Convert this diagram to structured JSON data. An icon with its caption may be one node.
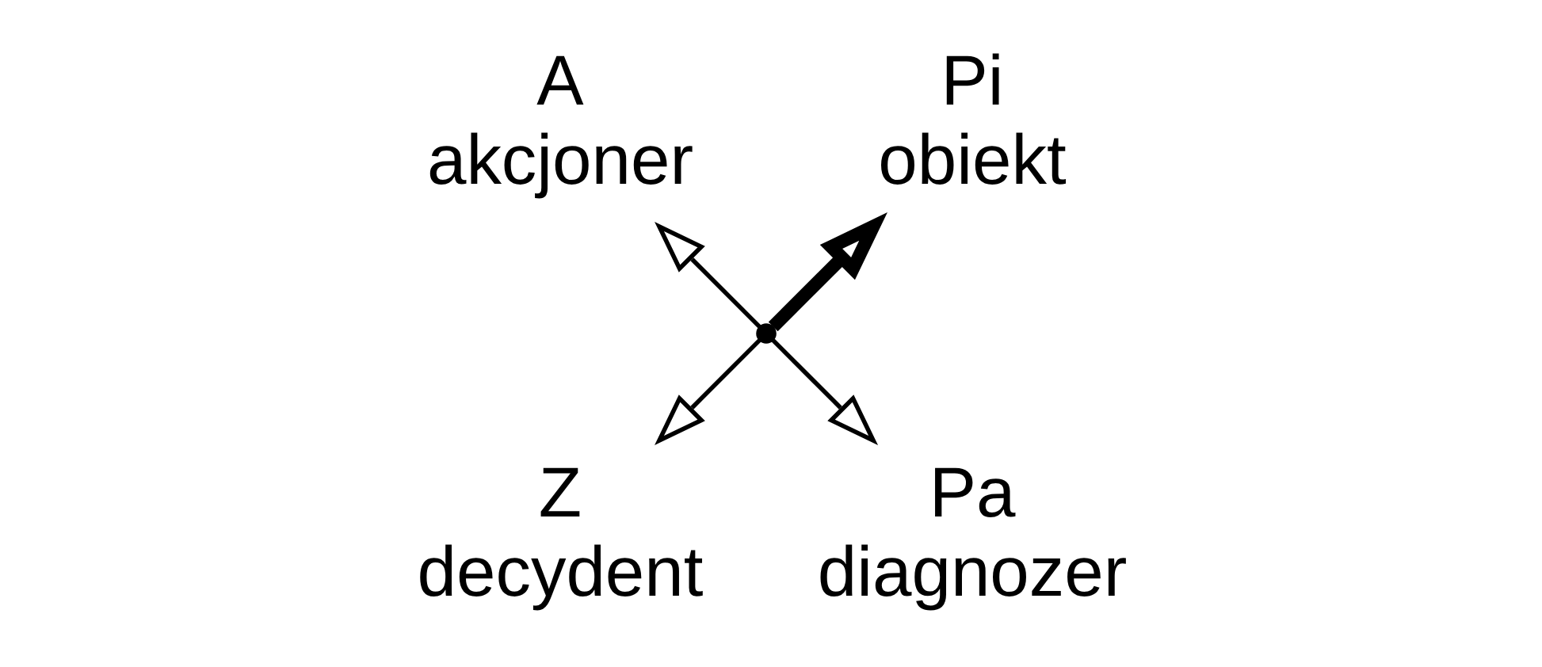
{
  "diagram": {
    "nodes": [
      {
        "text": [],
        "shape": "point"
      },
      {
        "text": [
          "Pi",
          "obiekt"
        ]
      },
      {
        "text": [
          "A",
          "akcjoner"
        ]
      },
      {
        "text": [
          "Z",
          "decydent"
        ]
      },
      {
        "text": [
          "Pa",
          "diagnozer"
        ]
      }
    ],
    "edges": [
      {
        "from": 0,
        "to": 1,
        "arrow": "to",
        "style": "thick"
      },
      {
        "from": 0,
        "to": 2,
        "arrow": "to"
      },
      {
        "from": 0,
        "to": 3,
        "arrow": "to"
      },
      {
        "from": 0,
        "to": 4,
        "arrow": "to"
      }
    ]
  }
}
